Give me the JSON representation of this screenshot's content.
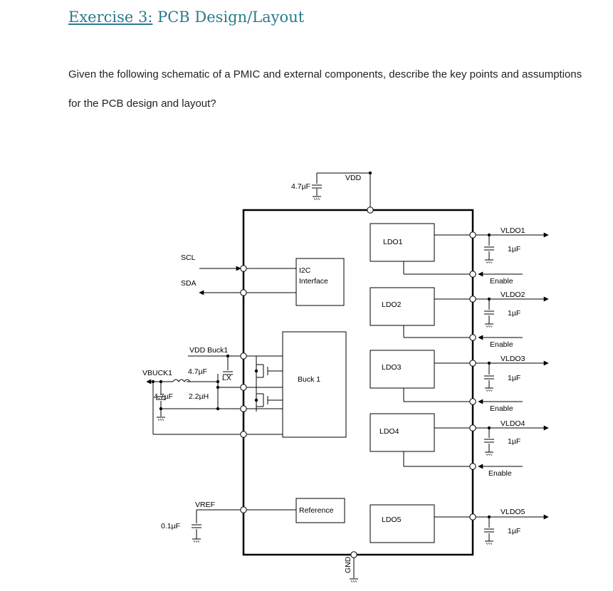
{
  "header": {
    "title_num": "Exercise 3:",
    "title_rest": " PCB Design/Layout"
  },
  "question": "Given the following schematic of a PMIC and external components, describe the key points and assumptions for the PCB design and layout?",
  "schematic": {
    "supply": {
      "cap": "4.7µF",
      "label": "VDD"
    },
    "gnd": "GND",
    "blocks": {
      "i2c": [
        "I2C",
        "Interface"
      ],
      "buck": "Buck 1",
      "reference": "Reference",
      "ldo1": "LDO1",
      "ldo2": "LDO2",
      "ldo3": "LDO3",
      "ldo4": "LDO4",
      "ldo5": "LDO5"
    },
    "left": {
      "scl": "SCL",
      "sda": "SDA",
      "vdd_buck": "VDD Buck1",
      "buck_cap": "4.7µF",
      "lx": "LX",
      "vbuck": "VBUCK1",
      "out_cap": "4.7µF",
      "inductor": "2.2µH",
      "vref": "VREF",
      "vref_cap": "0.1µF"
    },
    "right": {
      "vldo1": "VLDO1",
      "vldo2": "VLDO2",
      "vldo3": "VLDO3",
      "vldo4": "VLDO4",
      "vldo5": "VLDO5",
      "ldo_cap": "1µF",
      "enable": "Enable"
    }
  }
}
